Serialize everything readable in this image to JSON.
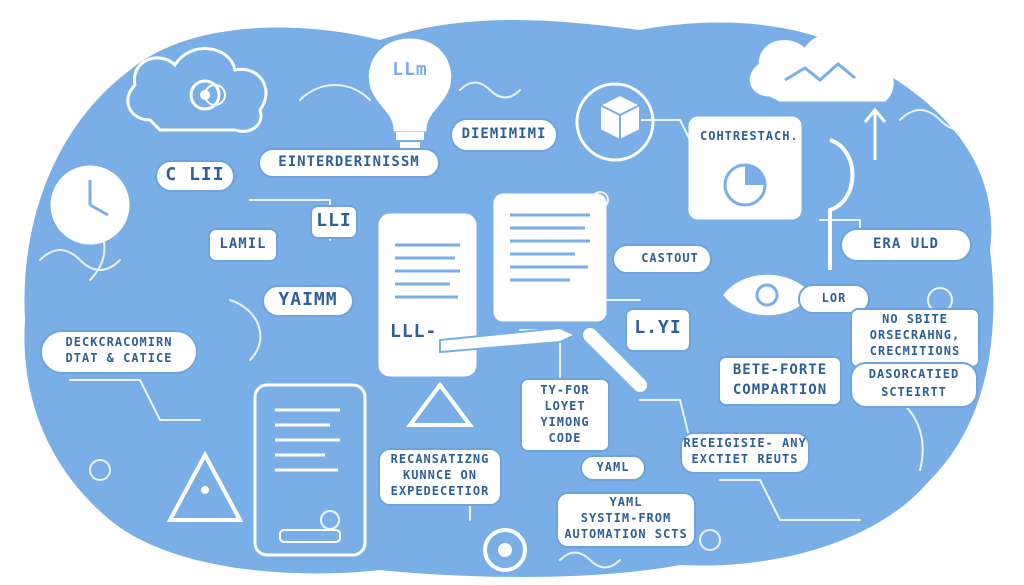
{
  "colors": {
    "primary": "#7aaee6",
    "line": "#ffffff",
    "ink": "#2f5f98",
    "paper": "#ffffff"
  },
  "labels": {
    "top_bubble": "DIEMIMIMI",
    "eint": "EINTERDERINISSM",
    "cli": "C LII",
    "lli": "LLI",
    "lamil": "LAMIL",
    "yaimm": "YAIMM",
    "contrestach": "COHTRESTACH.",
    "castout": "CASTOUT",
    "erauld": "ERA ULD",
    "lor": "LOR",
    "ly": "L.YI",
    "lll": "LLL-",
    "bulb": "LLm",
    "deck_line1": "DECKCRACOMIRN",
    "deck_line2": "DTAT & CATICE",
    "nosbite_line1": "NO SBITE",
    "nosbite_line2": "ORSECRAHNG,",
    "nosbite_line3": "CRECMITIONS",
    "bete_line1": "BETE-FORTE",
    "bete_line2": "COMPARTION",
    "daso_line1": "DASORCATIED",
    "daso_line2": "SCTEIRTT",
    "ty_line1": "TY-FOR",
    "ty_line2": "LOYET",
    "ty_line3": "YIMONG",
    "ty_line4": "CODE",
    "rec_line1": "RECEIGISIE- ANY",
    "rec_line2": "EXCTIET REUTS",
    "recan_line1": "RECANSATIZNG",
    "recan_line2": "KUNNCE ON",
    "recan_line3": "EXPEDECETIOR",
    "yaml": "YAML",
    "sys_line1": "YAML",
    "sys_line2": "SYSTIM-FROM",
    "sys_line3": "AUTOMATION SCTS"
  },
  "icons": [
    "cloud-icon",
    "gear-icon",
    "lightbulb-icon",
    "cube-icon",
    "clock-icon",
    "warning-icon",
    "pencil-icon",
    "tablet-icon",
    "document-icon",
    "eye-icon",
    "user-icon",
    "heart-icon",
    "chart-icon"
  ]
}
